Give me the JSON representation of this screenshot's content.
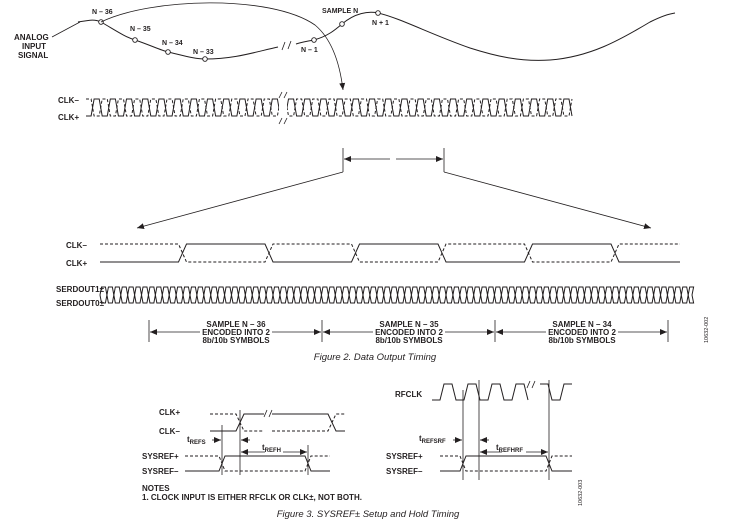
{
  "analog": {
    "label_lines": [
      "ANALOG",
      "INPUT",
      "SIGNAL"
    ],
    "samples": [
      "N – 36",
      "N – 35",
      "N – 34",
      "N – 33",
      "N – 1",
      "SAMPLE N",
      "N + 1"
    ]
  },
  "clk_top": {
    "minus": "CLK–",
    "plus": "CLK+"
  },
  "clk_mid": {
    "minus": "CLK–",
    "plus": "CLK+"
  },
  "serdout": {
    "out1": "SERDOUT1±",
    "out0": "SERDOUT0±"
  },
  "encoded": [
    {
      "line1": "SAMPLE N – 36",
      "line2": "ENCODED INTO 2",
      "line3": "8b/10b SYMBOLS"
    },
    {
      "line1": "SAMPLE N – 35",
      "line2": "ENCODED INTO 2",
      "line3": "8b/10b SYMBOLS"
    },
    {
      "line1": "SAMPLE N – 34",
      "line2": "ENCODED INTO 2",
      "line3": "8b/10b SYMBOLS"
    }
  ],
  "fig2": {
    "caption": "Figure 2. Data Output Timing",
    "code": "10632-002"
  },
  "fig3_left": {
    "clk_plus": "CLK+",
    "clk_minus": "CLK–",
    "sysref_plus": "SYSREF+",
    "sysref_minus": "SYSREF–",
    "t_refs_main": "t",
    "t_refs_sub": "REFS",
    "t_refh_main": "t",
    "t_refh_sub": "REFH"
  },
  "fig3_right": {
    "rfclk": "RFCLK",
    "sysref_plus": "SYSREF+",
    "sysref_minus": "SYSREF–",
    "t_refsrf_main": "t",
    "t_refsrf_sub": "REFSRF",
    "t_refhrf_main": "t",
    "t_refhrf_sub": "REFHRF"
  },
  "notes": {
    "title": "NOTES",
    "item": "1. CLOCK INPUT IS EITHER RFCLK OR CLK±, NOT BOTH."
  },
  "fig3": {
    "caption": "Figure 3. SYSREF± Setup and Hold Timing",
    "code": "10632-003"
  }
}
